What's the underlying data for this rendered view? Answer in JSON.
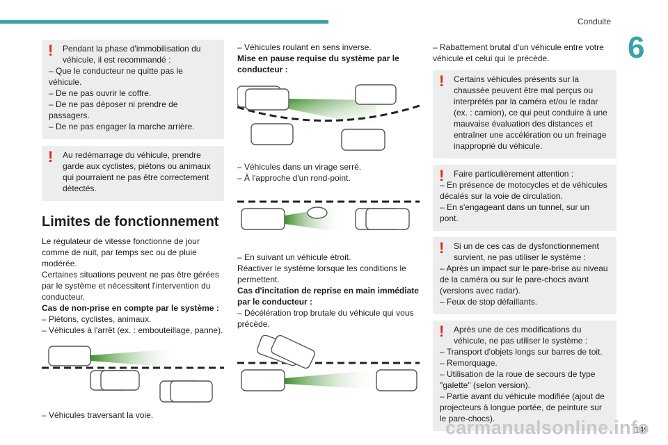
{
  "header": {
    "section_title": "Conduite",
    "chapter_number": "6",
    "page_number": "149"
  },
  "watermark": "carmanualsonline.info",
  "col1": {
    "warn1": {
      "first": "Pendant la phase d'immobilisation du véhicule, il est recommandé :",
      "lines": [
        "–  Que le conducteur ne quitte pas le véhicule.",
        "–  De ne pas ouvrir le coffre.",
        "–  De ne pas déposer ni prendre de passagers.",
        "–  De ne pas engager la marche arrière."
      ]
    },
    "warn2": {
      "first": "Au redémarrage du véhicule, prendre garde aux cyclistes, piétons ou animaux qui pourraient ne pas être correctement détectés."
    },
    "heading": "Limites de fonctionnement",
    "para1": "Le régulateur de vitesse fonctionne de jour comme de nuit, par temps sec ou de pluie modérée.",
    "para2": "Certaines situations peuvent ne pas être gérées par le système et nécessitent l'intervention du conducteur.",
    "bold1": "Cas de non-prise en compte par le système :",
    "list1": [
      "–  Piétons, cyclistes, animaux.",
      "–  Véhicules à l'arrêt (ex. : embouteillage, panne)."
    ],
    "after_fig": "–  Véhicules traversant la voie."
  },
  "col2": {
    "line1": "–  Véhicules roulant en sens inverse.",
    "bold1": "Mise en pause requise du système par le conducteur :",
    "list1": [
      "–  Véhicules dans un virage serré.",
      "–  À l'approche d'un rond-point."
    ],
    "line2": "–  En suivant un véhicule étroit.",
    "para": "Réactiver le système lorsque les conditions le permettent.",
    "bold2": "Cas d'incitation de reprise en main immédiate par le conducteur :",
    "line3": "–  Décélération trop brutale du véhicule qui vous précède."
  },
  "col3": {
    "line1": "–  Rabattement brutal d'un véhicule entre votre véhicule et celui qui le précède.",
    "warn1": {
      "first": "Certains véhicules présents sur la chaussée peuvent être mal perçus ou interprétés par la caméra et/ou le radar (ex. : camion), ce qui peut conduire à une mauvaise évaluation des distances et entraîner une accélération ou un freinage inapproprié du véhicule."
    },
    "warn2": {
      "first": "Faire particulièrement attention :",
      "lines": [
        "–  En présence de motocycles et de véhicules décalés sur la voie de circulation.",
        "–  En s'engageant dans un tunnel, sur un pont."
      ]
    },
    "warn3": {
      "first": "Si un de ces cas de dysfonctionnement survient, ne pas utiliser le système :",
      "lines": [
        "–  Après un impact sur le pare-brise au niveau de la caméra ou sur le pare-chocs avant (versions avec radar).",
        "–  Feux de stop défaillants."
      ]
    },
    "warn4": {
      "first": "Après une de ces modifications du véhicule, ne pas utiliser le système :",
      "lines": [
        "–  Transport d'objets longs sur barres de toit.",
        "–  Remorquage.",
        "–  Utilisation de la roue de secours de type \"galette\" (selon version).",
        "–  Partie avant du véhicule modifiée (ajout de projecteurs à longue portée, de peinture sur le pare-chocs)."
      ]
    }
  },
  "colors": {
    "accent": "#3aa3a9",
    "warning": "#e2231a",
    "box": "#eceeee",
    "beam": "#55a630"
  }
}
